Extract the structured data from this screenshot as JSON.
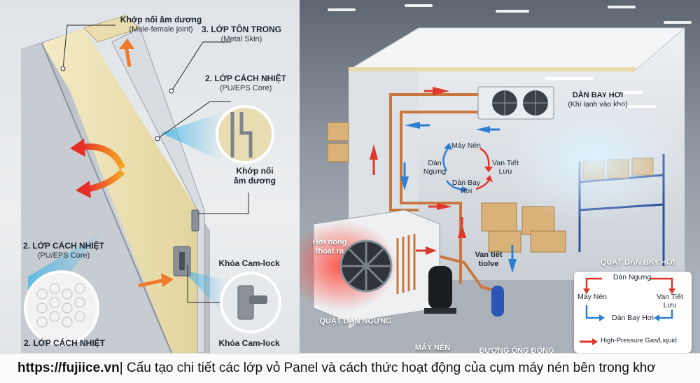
{
  "left": {
    "joint_title": "Khớp nối âm dương",
    "joint_sub": "(Male-female joint)",
    "skin_title": "3. LỚP TÔN TRONG",
    "skin_sub": "(Metal Skin)",
    "core_title": "2. LỚP CÁCH NHIỆT",
    "core_sub": "(PU/EPS Core)",
    "joint2_line1": "Khớp nối",
    "joint2_line2": "âm dương",
    "core2_title": "2. LỚP CÁCH NHIỆT",
    "core2_sub": "(PU/EPS Core)",
    "camlock_title": "Khóa Cam-lock",
    "camlock_bottom": "Khóa Cam-lock",
    "core3_title": "2. LỚP CÁCH NHIỆT"
  },
  "right": {
    "evap_title": "DÀN BAY HƠI",
    "evap_sub": "(Khí lạnh vào kho)",
    "cycle": {
      "compressor": "Máy Nén",
      "condenser_l1": "Dàn",
      "condenser_l2": "Ngưng",
      "valve_l1": "Van Tiết",
      "valve_l2": "Lưu",
      "evaporator_l1": "Dàn Bay",
      "evaporator_l2": "Hơi"
    },
    "hot_air_l1": "Hơi nóng",
    "hot_air_l2": "thoát ra",
    "valve_label_l1": "Van tiết",
    "valve_label_l2": "tiolve",
    "evap_fan": "QUẠT DÀN BAY HƠI",
    "cond_fan": "QUẠT DÀN NGƯNG",
    "compressor_bottom": "MÁY NÉN",
    "pipe_bottom": "ĐƯỜNG ỐNG ĐỒNG",
    "legend_cycle": {
      "condenser": "Dàn Ngưng",
      "compressor": "Máy Nén",
      "valve_l1": "Van Tiết",
      "valve_l2": "Lưu",
      "evaporator": "Dàn Bay Hơi"
    },
    "legend_entry": "High-Pressure Gas/Liquid"
  },
  "caption": {
    "url": "https://fujiice.vn",
    "text": "| Cấu tạo chi tiết các lớp vỏ Panel và cách thức hoạt động của cụm máy nén bên trong khơ"
  },
  "colors": {
    "hot": "#e0362c",
    "cold": "#2f7fd0",
    "copper": "#c9773f",
    "foam": "#efe3b5"
  }
}
